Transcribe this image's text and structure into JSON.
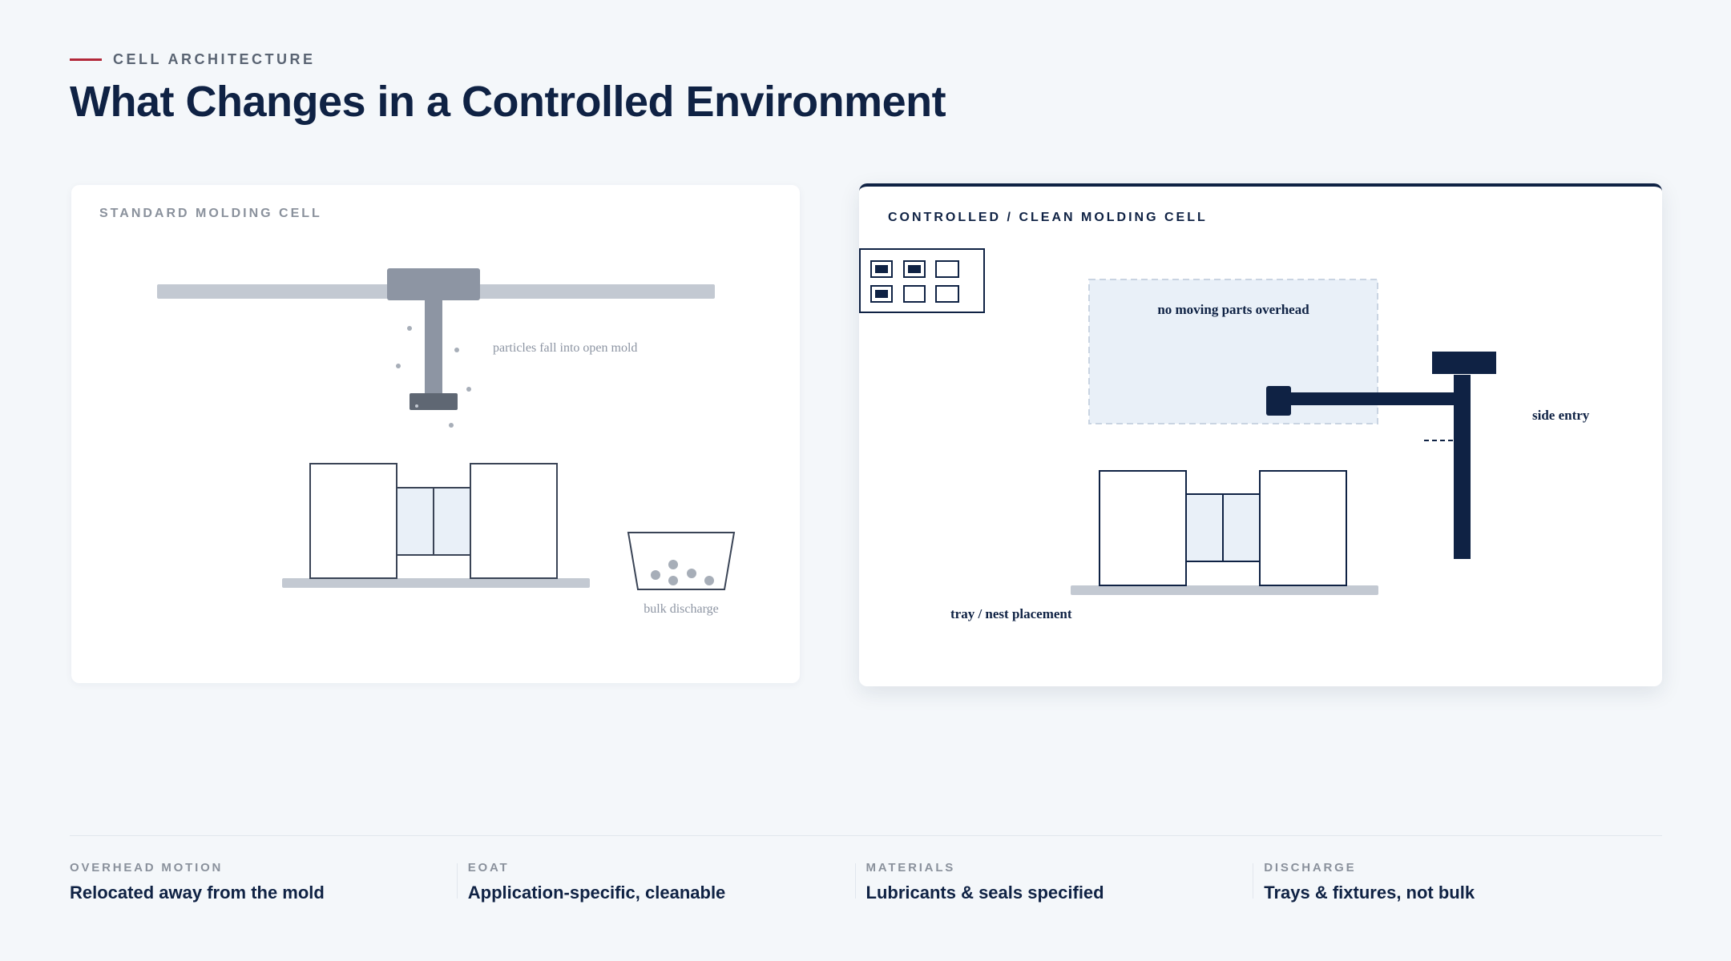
{
  "header": {
    "eyebrow": "CELL ARCHITECTURE",
    "title": "What Changes in a Controlled Environment"
  },
  "standard_cell": {
    "label": "STANDARD MOLDING CELL",
    "annotations": {
      "particles": "particles fall into open mold",
      "discharge": "bulk discharge"
    }
  },
  "clean_cell": {
    "label": "CONTROLLED / CLEAN MOLDING CELL",
    "annotations": {
      "overhead": "no moving parts overhead",
      "side_entry": "side entry",
      "tray": "tray / nest placement"
    }
  },
  "footer": [
    {
      "label": "OVERHEAD MOTION",
      "value": "Relocated away from the mold"
    },
    {
      "label": "EOAT",
      "value": "Application-specific, cleanable"
    },
    {
      "label": "MATERIALS",
      "value": "Lubricants & seals specified"
    },
    {
      "label": "DISCHARGE",
      "value": "Trays & fixtures, not bulk"
    }
  ],
  "colors": {
    "navy": "#0f2244",
    "accent_red": "#b3283a",
    "gray_machine": "#8d95a3",
    "gray_rail": "#c3c9d2",
    "zone_fill": "#e9f0f8"
  }
}
